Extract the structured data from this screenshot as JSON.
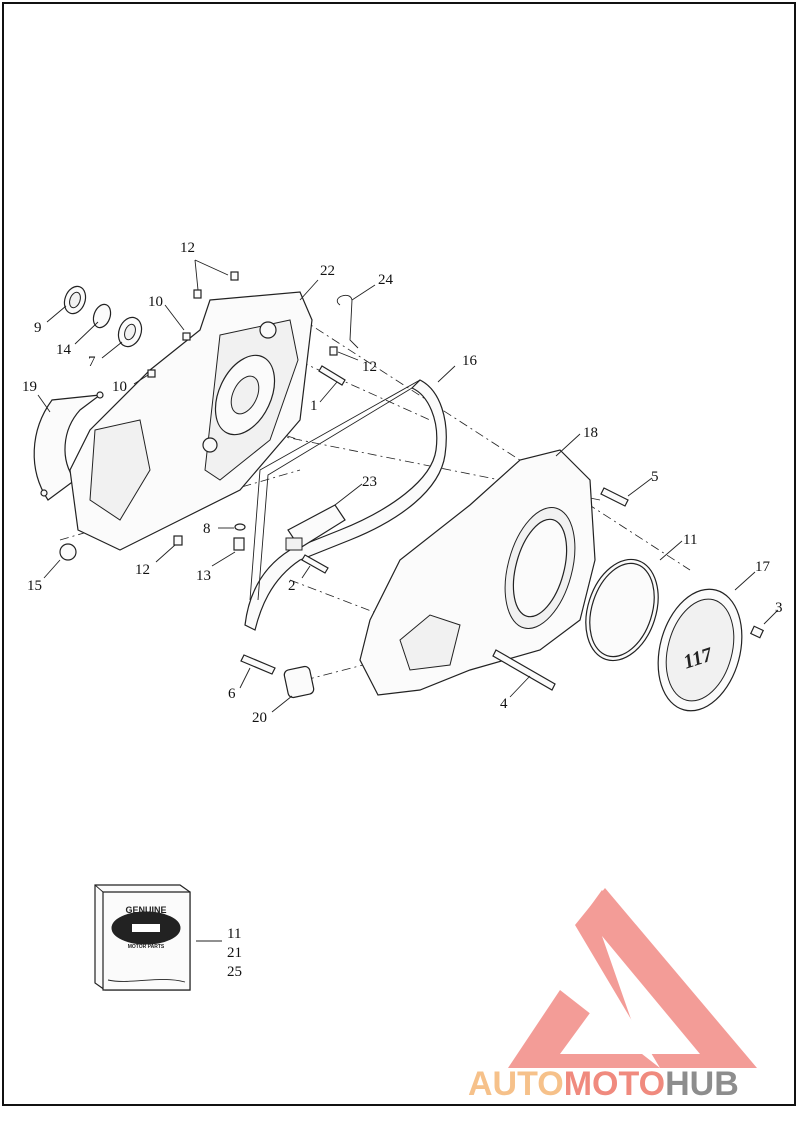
{
  "callouts": {
    "c12a": "12",
    "c22": "22",
    "c24": "24",
    "c10a": "10",
    "c9": "9",
    "c14": "14",
    "c7": "7",
    "c12b": "12",
    "c16": "16",
    "c10b": "10",
    "c19": "19",
    "c1": "1",
    "c18": "18",
    "c23": "23",
    "c5": "5",
    "c8": "8",
    "c11a": "11",
    "c17": "17",
    "c13": "13",
    "c2": "2",
    "c12c": "12",
    "c15": "15",
    "c3": "3",
    "c6": "6",
    "c4": "4",
    "c20": "20"
  },
  "kit": {
    "refs": [
      "11",
      "21",
      "25"
    ],
    "logo_text_top": "GENUINE",
    "logo_text_bottom": "MOTOR PARTS"
  },
  "cover_emblem": "117",
  "watermark": {
    "part1": "AUTO",
    "part2": "MOTO",
    "part3": "HUB",
    "color1": "#f6c18a",
    "color2": "#f08a7e",
    "color3": "#8d8d8d",
    "logo_color": "#f28b86"
  }
}
